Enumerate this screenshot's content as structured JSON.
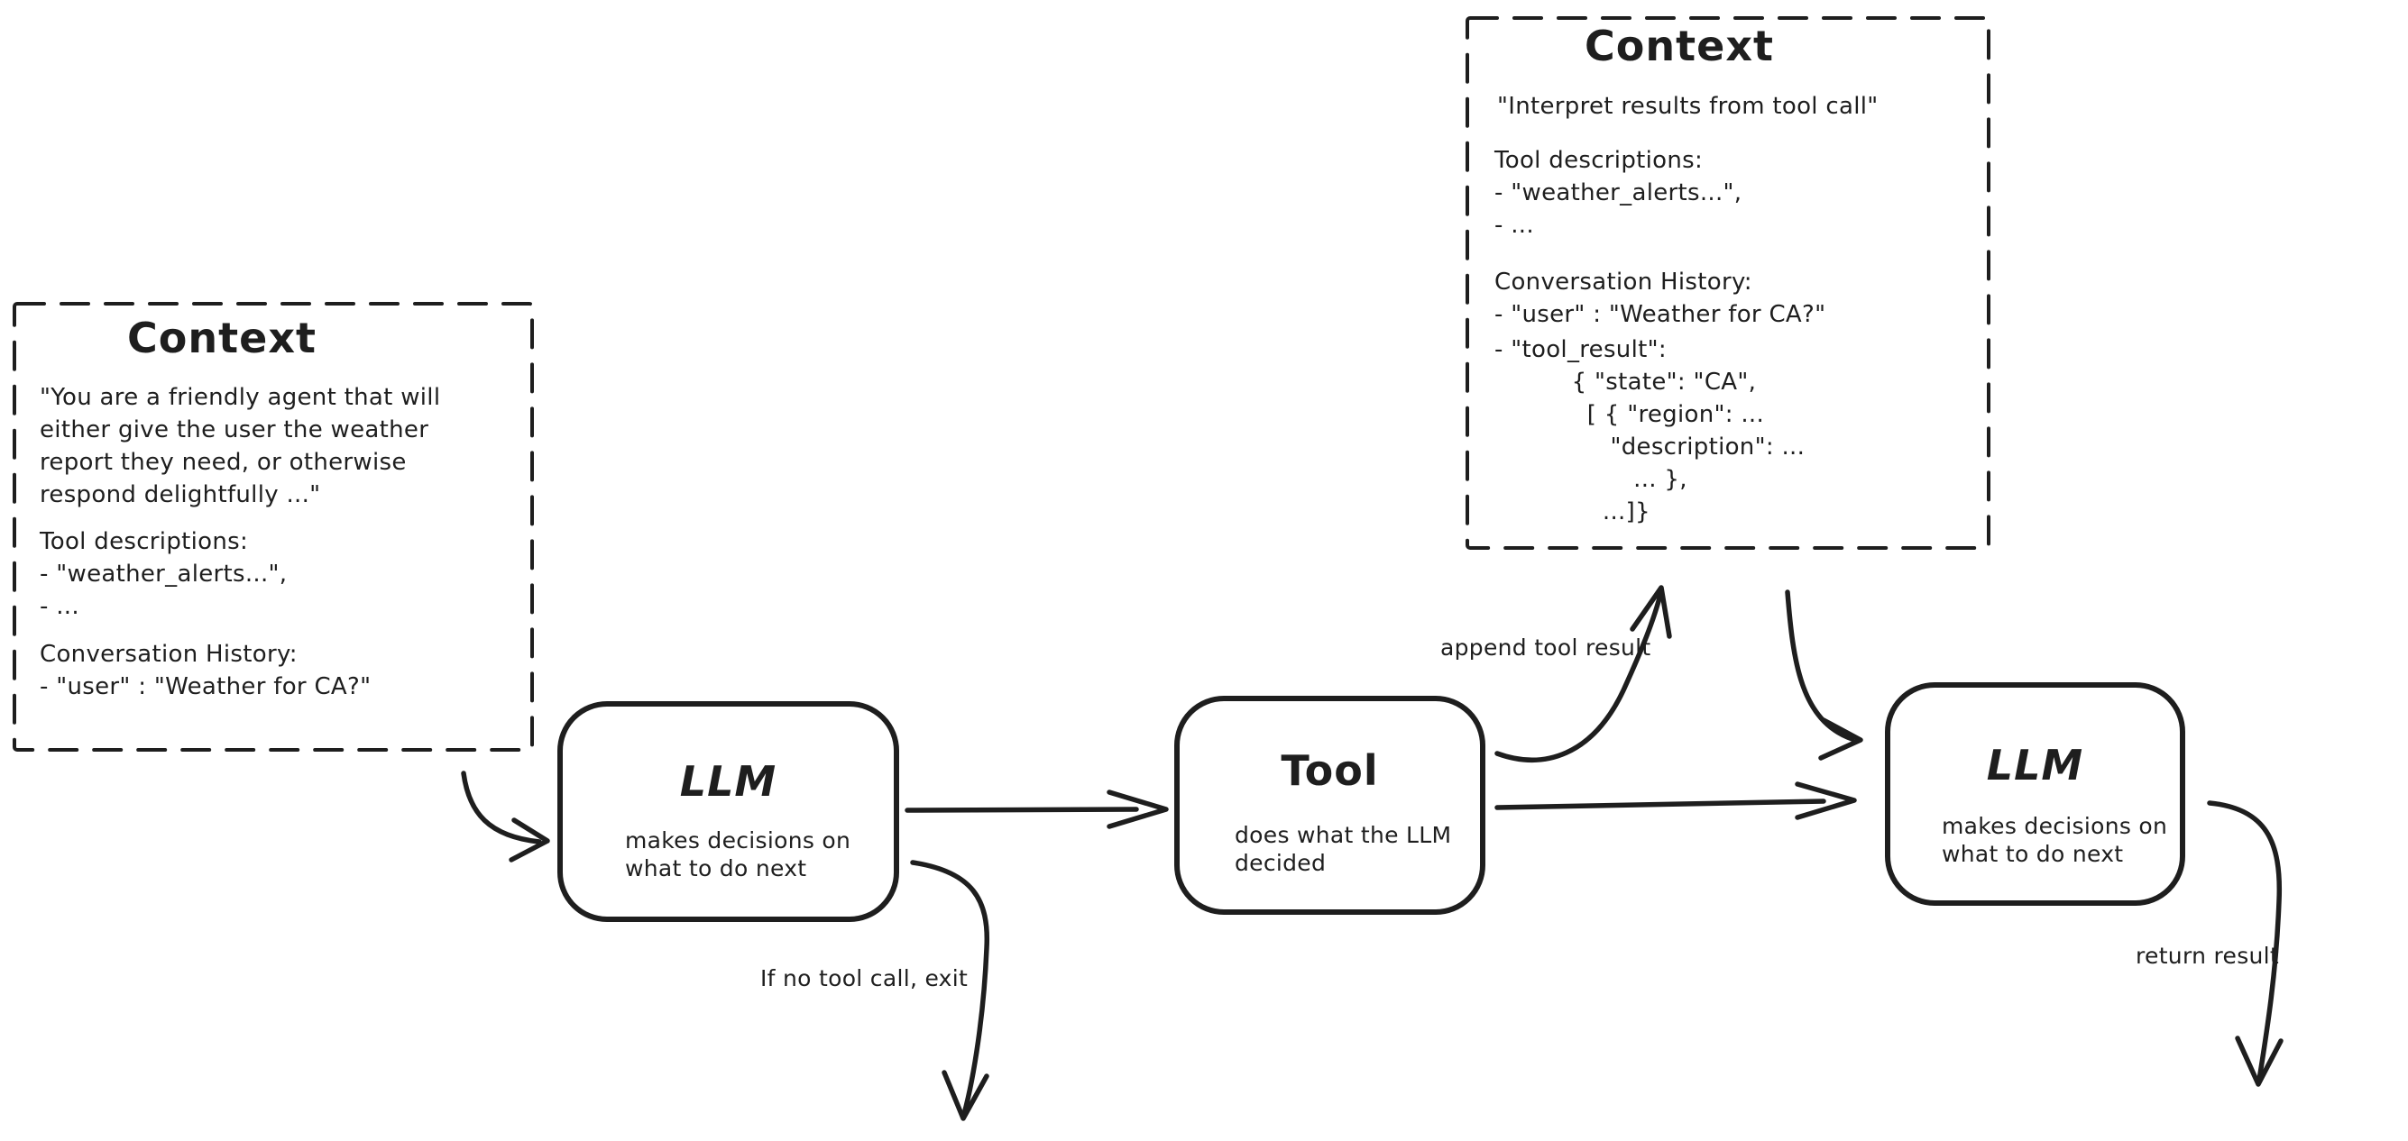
{
  "page": {
    "background": "#ffffff",
    "ink": "#1e1e1e"
  },
  "context_left": {
    "title": "Context",
    "system_prompt": "\"You are a friendly agent that will\neither give the user the weather\nreport they need, or otherwise\nrespond delightfully ...\"",
    "tool_descriptions": "Tool descriptions:\n- \"weather_alerts...\",\n- ...",
    "conversation_history": "Conversation History:\n- \"user\" : \"Weather for CA?\""
  },
  "context_top": {
    "title": "Context",
    "instruction": "\"Interpret results from tool call\"",
    "tool_descriptions": "Tool descriptions:\n- \"weather_alerts...\",\n- ...",
    "conversation_history": "Conversation History:\n- \"user\" : \"Weather for CA?\"",
    "tool_result": "- \"tool_result\":\n          { \"state\": \"CA\",\n            [ { \"region\": ...\n               \"description\": ...\n                  ... },\n              ...]}"
  },
  "nodes": {
    "llm_first": {
      "title": "LLM",
      "subtitle": "makes decisions on\nwhat to do next"
    },
    "tool": {
      "title": "Tool",
      "subtitle": "does what the LLM\ndecided"
    },
    "llm_second": {
      "title": "LLM",
      "subtitle": "makes decisions on\nwhat to do next"
    }
  },
  "edge_labels": {
    "append_tool_result": "append tool result",
    "if_no_tool_call_exit": "If no tool call, exit",
    "return_result": "return result"
  }
}
